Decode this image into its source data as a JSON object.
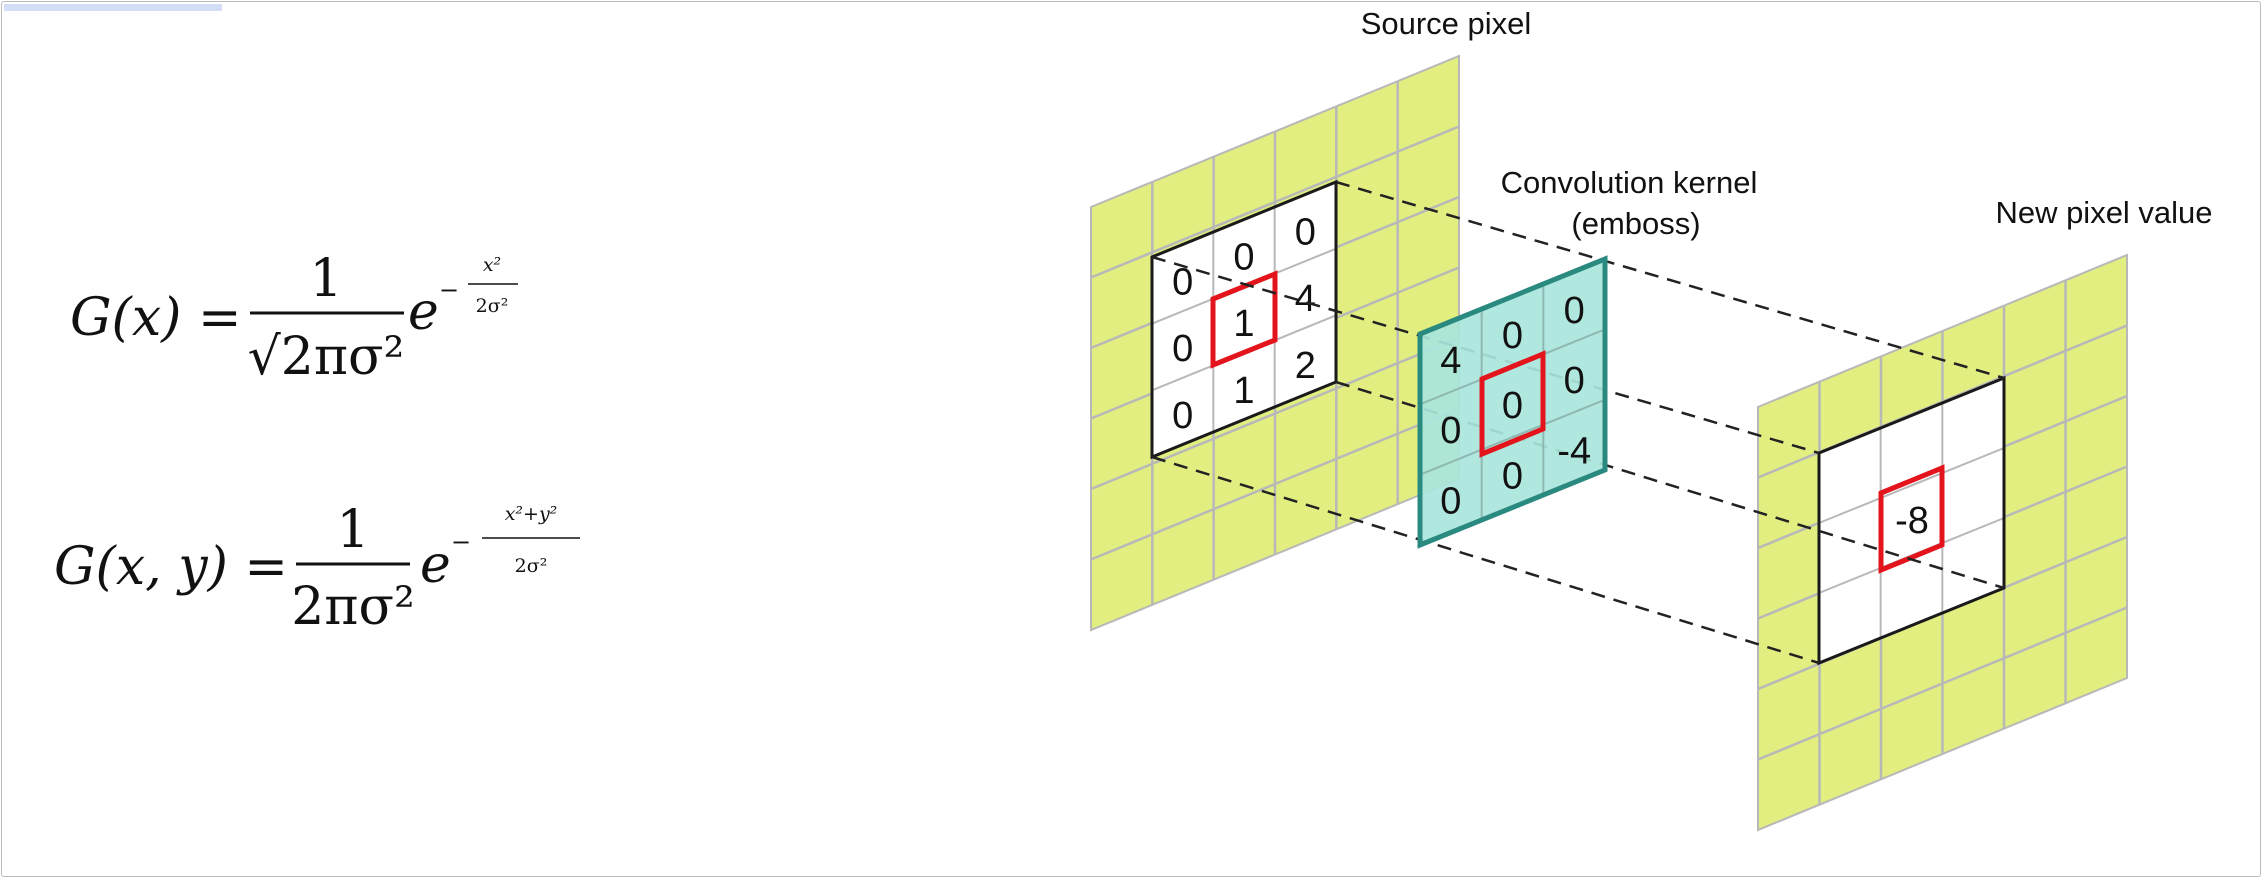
{
  "equations": {
    "g1d": {
      "lhs": "G(x) =",
      "numerator": "1",
      "denominator": "√2πσ²",
      "base": "e",
      "exp_sign": "−",
      "exp_num": "x²",
      "exp_den": "2σ²"
    },
    "g2d": {
      "lhs": "G(x, y) =",
      "numerator": "1",
      "denominator": "2πσ²",
      "base": "e",
      "exp_sign": "−",
      "exp_num": "x²+y²",
      "exp_den": "2σ²"
    }
  },
  "labels": {
    "source": "Source pixel",
    "kernel_line1": "Convolution kernel",
    "kernel_line2": "(emboss)",
    "result": "New pixel value"
  },
  "source_grid": {
    "values": [
      [
        "0",
        "0",
        "0"
      ],
      [
        "0",
        "1",
        "4"
      ],
      [
        "0",
        "1",
        "2"
      ]
    ]
  },
  "kernel": {
    "values": [
      [
        "4",
        "0",
        "0"
      ],
      [
        "0",
        "0",
        "0"
      ],
      [
        "0",
        "0",
        "-4"
      ]
    ]
  },
  "result_value": "-8",
  "colors": {
    "grid_fill": "#e2ee80",
    "grid_line": "#b8b8b8",
    "kernel_fill": "#a9e5dc",
    "kernel_border": "#2b8a80",
    "highlight": "#e3141c",
    "frame_border": "#1a1a1a"
  }
}
